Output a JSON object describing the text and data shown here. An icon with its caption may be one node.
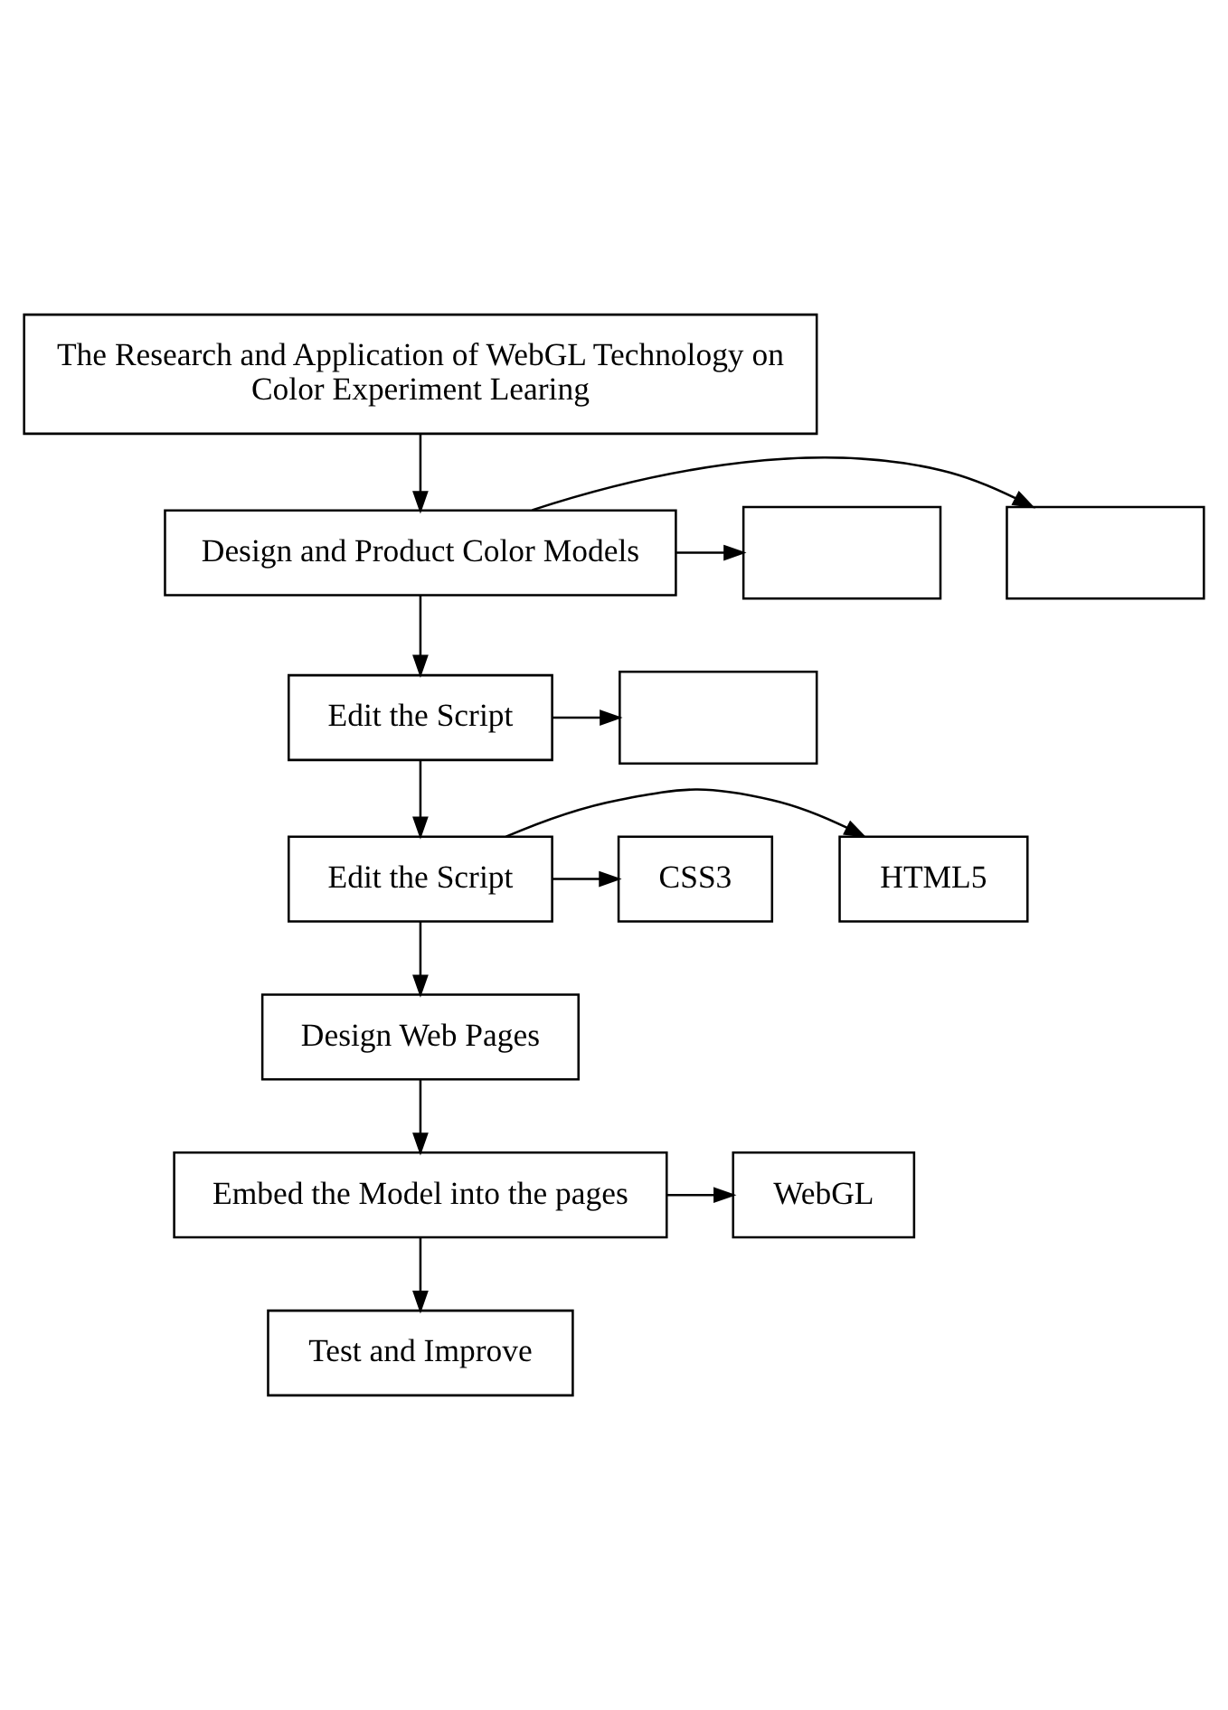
{
  "diagram": {
    "nodes": [
      {
        "text": [
          "The Research and Application of WebGL Technology on Color Experiment Learing"
        ]
      },
      {
        "text": [
          "Design and Product Color Models"
        ]
      },
      {
        "text": [],
        "shape": "box"
      },
      {
        "text": [],
        "shape": "box"
      },
      {
        "text": [
          "Edit the Script"
        ]
      },
      {
        "text": [],
        "shape": "box"
      },
      {
        "text": [
          "Edit the Script"
        ]
      },
      {
        "text": [
          "HTML5"
        ]
      },
      {
        "text": [
          "CSS3"
        ]
      },
      {
        "text": [
          "Design Web Pages"
        ]
      },
      {
        "text": [
          "Embed the Model into the pages"
        ]
      },
      {
        "text": [
          "WebGL"
        ]
      },
      {
        "text": [
          "Test and Improve"
        ]
      }
    ],
    "edges": [
      {
        "from": 0,
        "to": 1,
        "arrow": "to"
      },
      {
        "from": 1,
        "to": 2,
        "arrow": "to"
      },
      {
        "from": 1,
        "to": 3,
        "arrow": "to"
      },
      {
        "from": 1,
        "to": 4,
        "arrow": "to"
      },
      {
        "from": 4,
        "to": 5,
        "arrow": "to"
      },
      {
        "from": 4,
        "to": 6,
        "arrow": "to"
      },
      {
        "from": 6,
        "to": 7,
        "arrow": "to"
      },
      {
        "from": 6,
        "to": 8,
        "arrow": "to"
      },
      {
        "from": 6,
        "to": 9,
        "arrow": "to"
      },
      {
        "from": 9,
        "to": 10,
        "arrow": "to"
      },
      {
        "from": 10,
        "to": 11,
        "arrow": "to"
      },
      {
        "from": 10,
        "to": 12,
        "arrow": "to"
      }
    ]
  }
}
